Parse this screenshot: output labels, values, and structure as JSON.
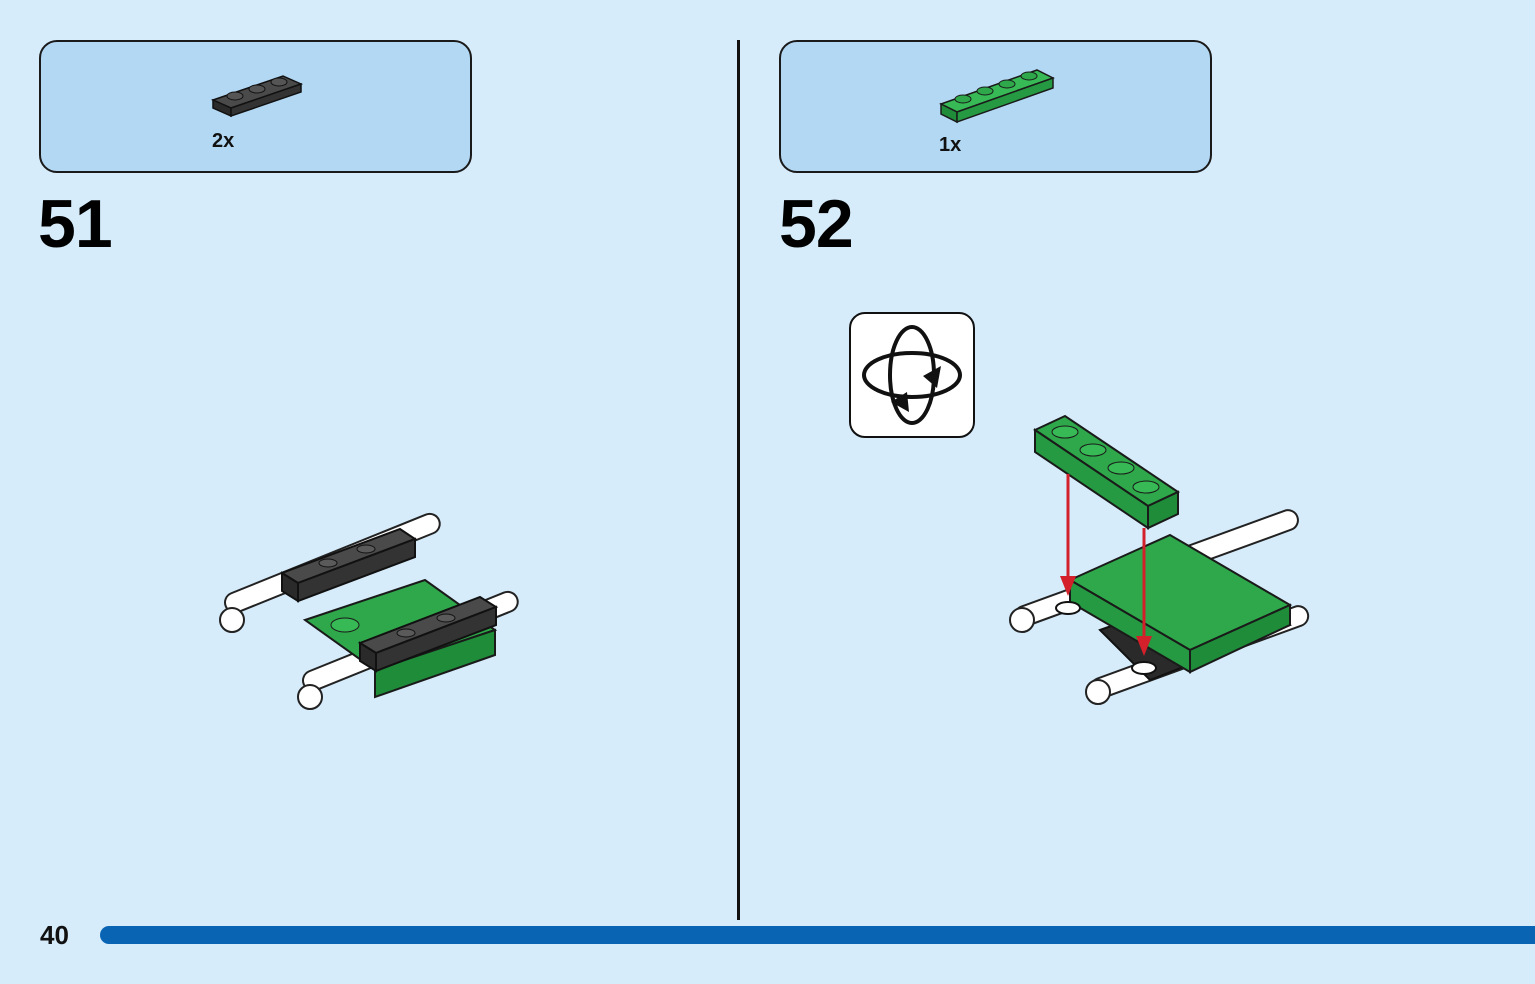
{
  "page": {
    "number": "40"
  },
  "steps": [
    {
      "number": "51",
      "parts": [
        {
          "qty": "2x",
          "part": "plate-1x3-black"
        }
      ]
    },
    {
      "number": "52",
      "parts": [
        {
          "qty": "1x",
          "part": "plate-1x4-green"
        }
      ],
      "indicator": "rotate-model-icon"
    }
  ],
  "colors": {
    "page_bg": "#d6ecfa",
    "parts_box_bg": "#b3d8f4",
    "brick_green": "#2ea84a",
    "brick_black": "#3a3a3a",
    "arrow_red": "#d3202a",
    "progress_bar": "#0a64b4"
  }
}
